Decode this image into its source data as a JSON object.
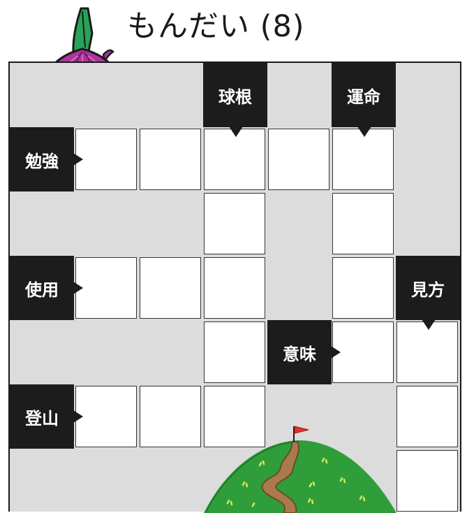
{
  "title": "もんだい (8)",
  "clues": {
    "kyuukon": "球根",
    "unmei": "運命",
    "benkyou": "勉強",
    "shiyou": "使用",
    "mikata": "見方",
    "imi": "意味",
    "tozan": "登山"
  },
  "icons": [
    "onion-icon",
    "hill-with-flag-icon",
    "arrow-right-icon",
    "arrow-down-icon"
  ],
  "colors": {
    "board": "#dcdcdc",
    "clue_box": "#1c1c1c",
    "answer_cell": "#ffffff",
    "onion": "#b0349a",
    "onion_leaf": "#27a35a",
    "hill": "#2f9e3a",
    "path": "#a87a4d",
    "flag": "#e03030"
  }
}
